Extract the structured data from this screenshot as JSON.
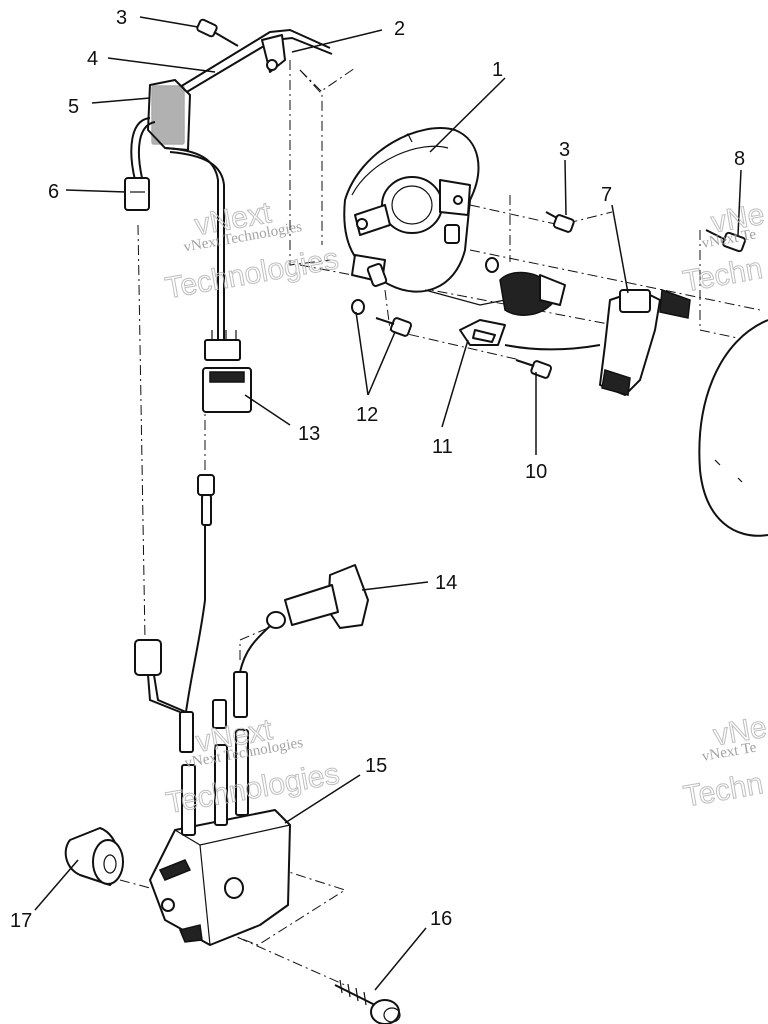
{
  "diagram": {
    "callouts": [
      {
        "id": "c1",
        "label": "1"
      },
      {
        "id": "c2",
        "label": "2"
      },
      {
        "id": "c3a",
        "label": "3"
      },
      {
        "id": "c3b",
        "label": "3"
      },
      {
        "id": "c4",
        "label": "4"
      },
      {
        "id": "c5",
        "label": "5"
      },
      {
        "id": "c6",
        "label": "6"
      },
      {
        "id": "c7",
        "label": "7"
      },
      {
        "id": "c8",
        "label": "8"
      },
      {
        "id": "c10",
        "label": "10"
      },
      {
        "id": "c11",
        "label": "11"
      },
      {
        "id": "c12",
        "label": "12"
      },
      {
        "id": "c13",
        "label": "13"
      },
      {
        "id": "c14",
        "label": "14"
      },
      {
        "id": "c15",
        "label": "15"
      },
      {
        "id": "c16",
        "label": "16"
      },
      {
        "id": "c17",
        "label": "17"
      }
    ],
    "watermark": {
      "line1": "vNext Technologies",
      "line2": "vNext",
      "line3": "Technologies",
      "partial1": "vNext Te",
      "partial2": "Techn",
      "partial3": "vNe"
    },
    "colors": {
      "ink": "#111111",
      "watermark": "#9a9a9a",
      "paper": "#ffffff"
    }
  }
}
